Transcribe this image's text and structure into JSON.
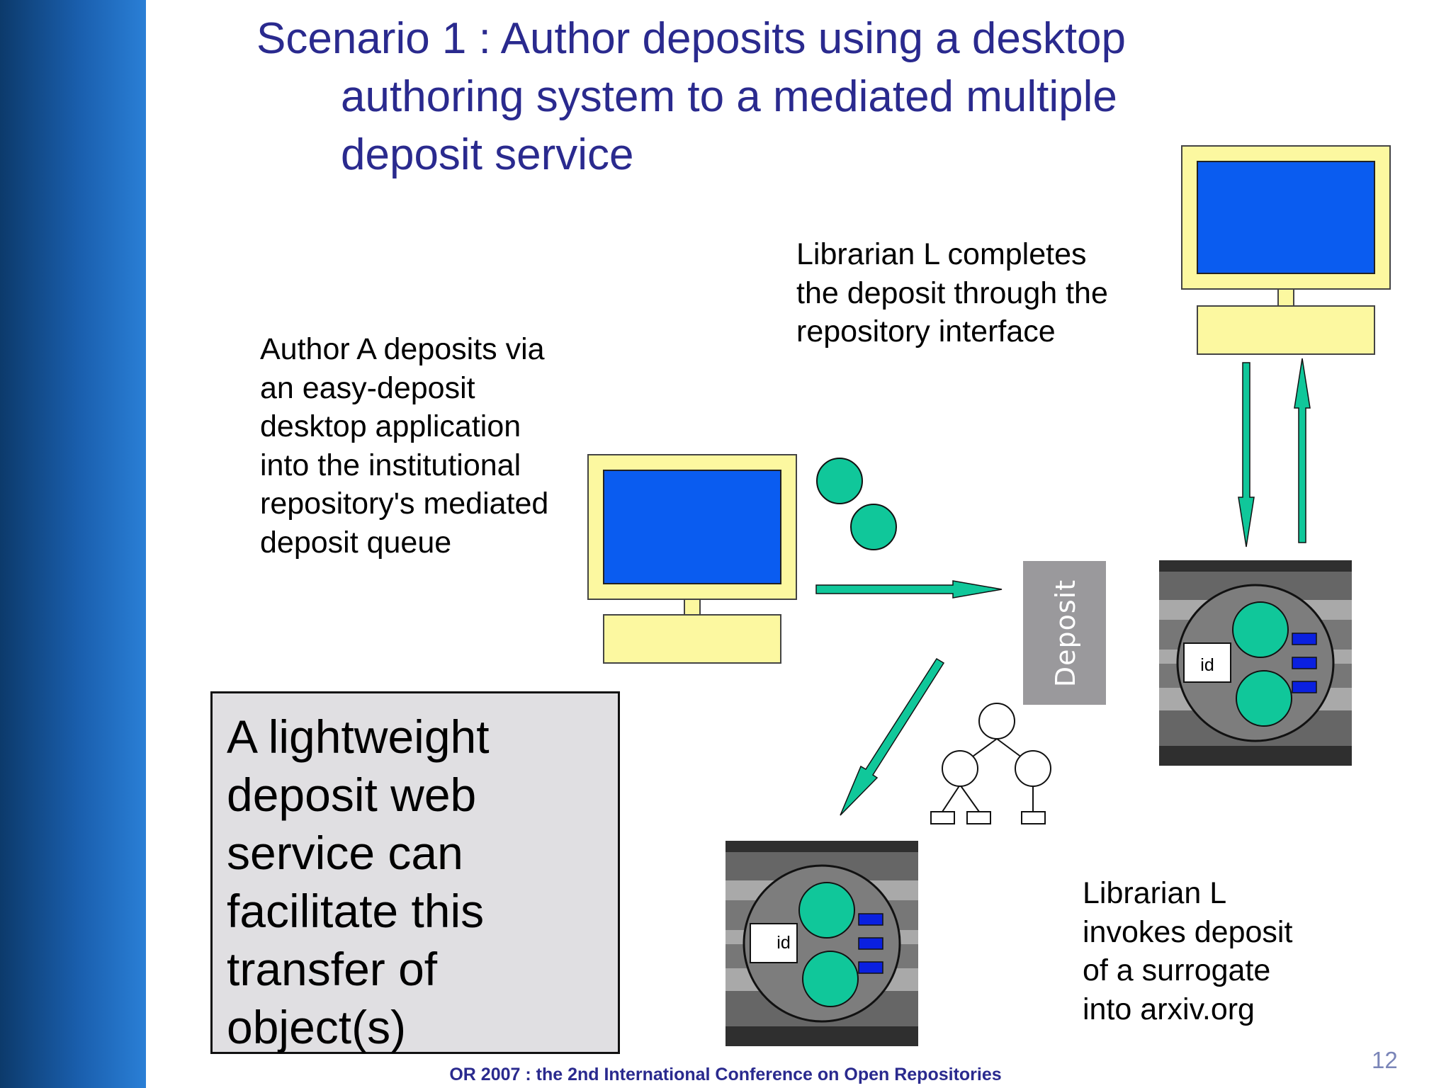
{
  "title_lines": [
    "Scenario 1 : Author deposits using a desktop",
    "authoring system to a mediated multiple",
    "deposit service"
  ],
  "author_caption_lines": [
    "Author A deposits via",
    "an easy-deposit",
    "desktop application",
    "into the institutional",
    "repository's mediated",
    "deposit queue"
  ],
  "librarian_top_caption_lines": [
    "Librarian L completes",
    "the deposit through the",
    "repository interface"
  ],
  "librarian_bottom_caption_lines": [
    "Librarian L",
    "invokes deposit",
    "of a surrogate",
    "into arxiv.org"
  ],
  "lightweight_box_lines": [
    "A lightweight",
    "deposit web",
    "service can",
    "facilitate this",
    "transfer of",
    "object(s)"
  ],
  "deposit_label": "Deposit",
  "repository_id_label": "id",
  "arxiv_id_label": "id",
  "footer": "OR 2007 : the 2nd International Conference on Open Repositories",
  "page_number": "12",
  "colors": {
    "title": "#2a2a8e",
    "monitor_frame": "#fcf8a0",
    "screen": "#0a5cf0",
    "arrow": "#10c79a",
    "object": "#10c79a",
    "deposit_box": "#9a999c",
    "datastream": "#0a20e0"
  }
}
